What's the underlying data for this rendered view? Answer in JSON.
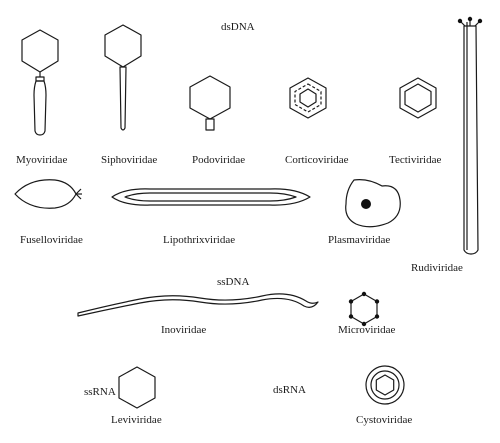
{
  "sections": {
    "dsdna": "dsDNA",
    "ssdna": "ssDNA",
    "ssrna": "ssRNA",
    "dsrna": "dsRNA"
  },
  "families": {
    "myoviridae": "Myoviridae",
    "siphoviridae": "Siphoviridae",
    "podoviridae": "Podoviridae",
    "corticoviridae": "Corticoviridae",
    "tectiviridae": "Tectiviridae",
    "fuselloviridae": "Fuselloviridae",
    "lipothrixviridae": "Lipothrixviridae",
    "plasmaviridae": "Plasmaviridae",
    "rudiviridae": "Rudiviridae",
    "inoviridae": "Inoviridae",
    "microviridae": "Microviridae",
    "leviviridae": "Leviviridae",
    "cystoviridae": "Cystoviridae"
  },
  "colors": {
    "stroke": "#1a1a1a",
    "background": "#ffffff"
  }
}
